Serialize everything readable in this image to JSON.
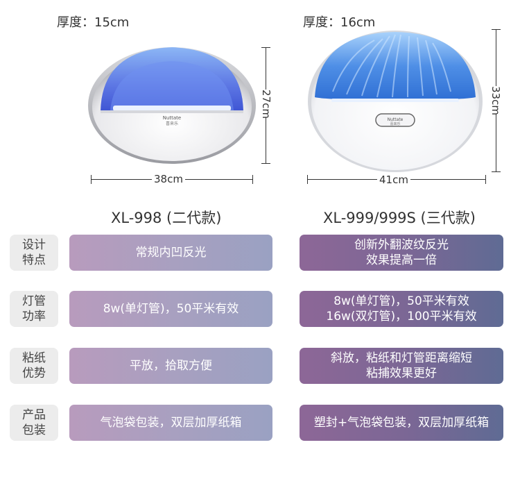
{
  "left_product": {
    "thickness": "厚度：15cm",
    "width": "38cm",
    "height": "27cm",
    "logo_text": "Nuttate",
    "logo_cn": "喜来乐",
    "model": "XL-998 (二代款)"
  },
  "right_product": {
    "thickness": "厚度：16cm",
    "width": "41cm",
    "height": "33cm",
    "logo_text": "Nuttate",
    "logo_cn": "喜来乐",
    "model": "XL-999/999S (三代款)"
  },
  "rows": [
    {
      "label_1": "设计",
      "label_2": "特点",
      "left_1": "常规内凹反光",
      "left_2": "",
      "right_1": "创新外翻波纹反光",
      "right_2": "效果提高一倍"
    },
    {
      "label_1": "灯管",
      "label_2": "功率",
      "left_1": "8w(单灯管)，50平米有效",
      "left_2": "",
      "right_1": "8w(单灯管)，50平米有效",
      "right_2": "16w(双灯管)，100平米有效"
    },
    {
      "label_1": "粘纸",
      "label_2": "优势",
      "left_1": "平放，拾取方便",
      "left_2": "",
      "right_1": "斜放，粘纸和灯管距离缩短",
      "right_2": "粘捕效果更好"
    },
    {
      "label_1": "产品",
      "label_2": "包装",
      "left_1": "气泡袋包装，双层加厚纸箱",
      "left_2": "",
      "right_1": "塑封+气泡袋包装，双层加厚纸箱",
      "right_2": ""
    }
  ],
  "colors": {
    "left_box": "#a7a0c0",
    "right_box": "#7a6795",
    "lamp_blue": "#4f8fe6"
  }
}
